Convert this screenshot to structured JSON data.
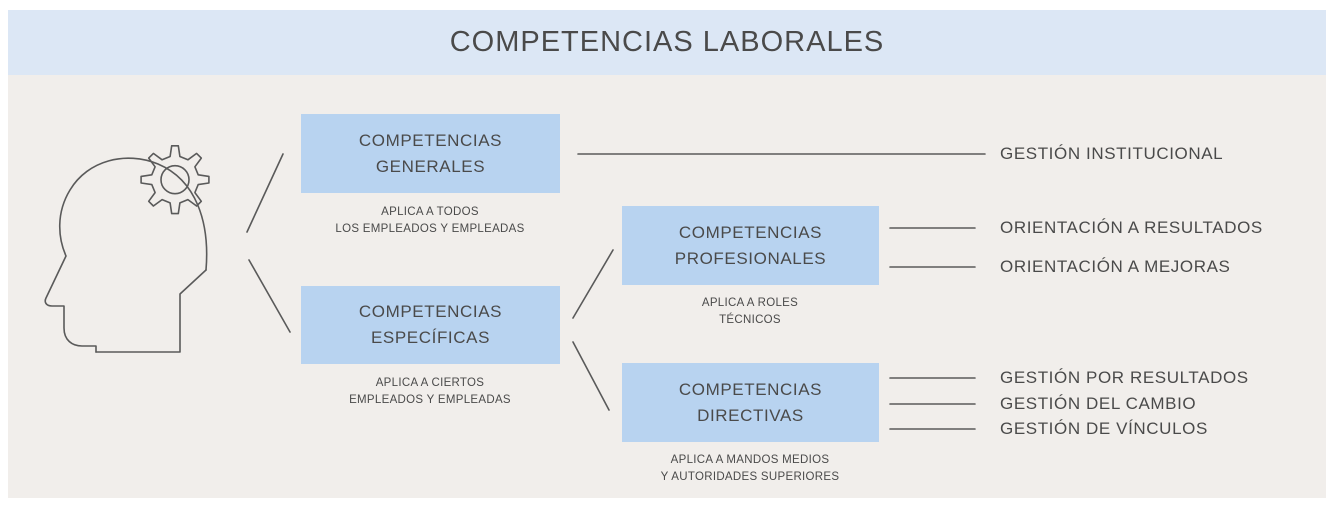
{
  "title": "COMPETENCIAS LABORALES",
  "icon": "head-gear-icon",
  "colors": {
    "title_band": "#dce7f5",
    "background": "#f1eeeb",
    "box": "#b8d3f0",
    "text": "#4a4a4a",
    "line": "#5a5a5a"
  },
  "generales": {
    "line1": "COMPETENCIAS",
    "line2": "GENERALES",
    "note1": "APLICA A TODOS",
    "note2": "LOS EMPLEADOS Y EMPLEADAS"
  },
  "especificas": {
    "line1": "COMPETENCIAS",
    "line2": "ESPECÍFICAS",
    "note1": "APLICA A CIERTOS",
    "note2": "EMPLEADOS Y EMPLEADAS"
  },
  "profesionales": {
    "line1": "COMPETENCIAS",
    "line2": "PROFESIONALES",
    "note1": "APLICA A ROLES",
    "note2": "TÉCNICOS"
  },
  "directivas": {
    "line1": "COMPETENCIAS",
    "line2": "DIRECTIVAS",
    "note1": "APLICA A MANDOS MEDIOS",
    "note2": "Y AUTORIDADES SUPERIORES"
  },
  "leaves": [
    "GESTIÓN INSTITUCIONAL",
    "ORIENTACIÓN A RESULTADOS",
    "ORIENTACIÓN A MEJORAS",
    "GESTIÓN POR RESULTADOS",
    "GESTIÓN DEL CAMBIO",
    "GESTIÓN DE VÍNCULOS"
  ]
}
